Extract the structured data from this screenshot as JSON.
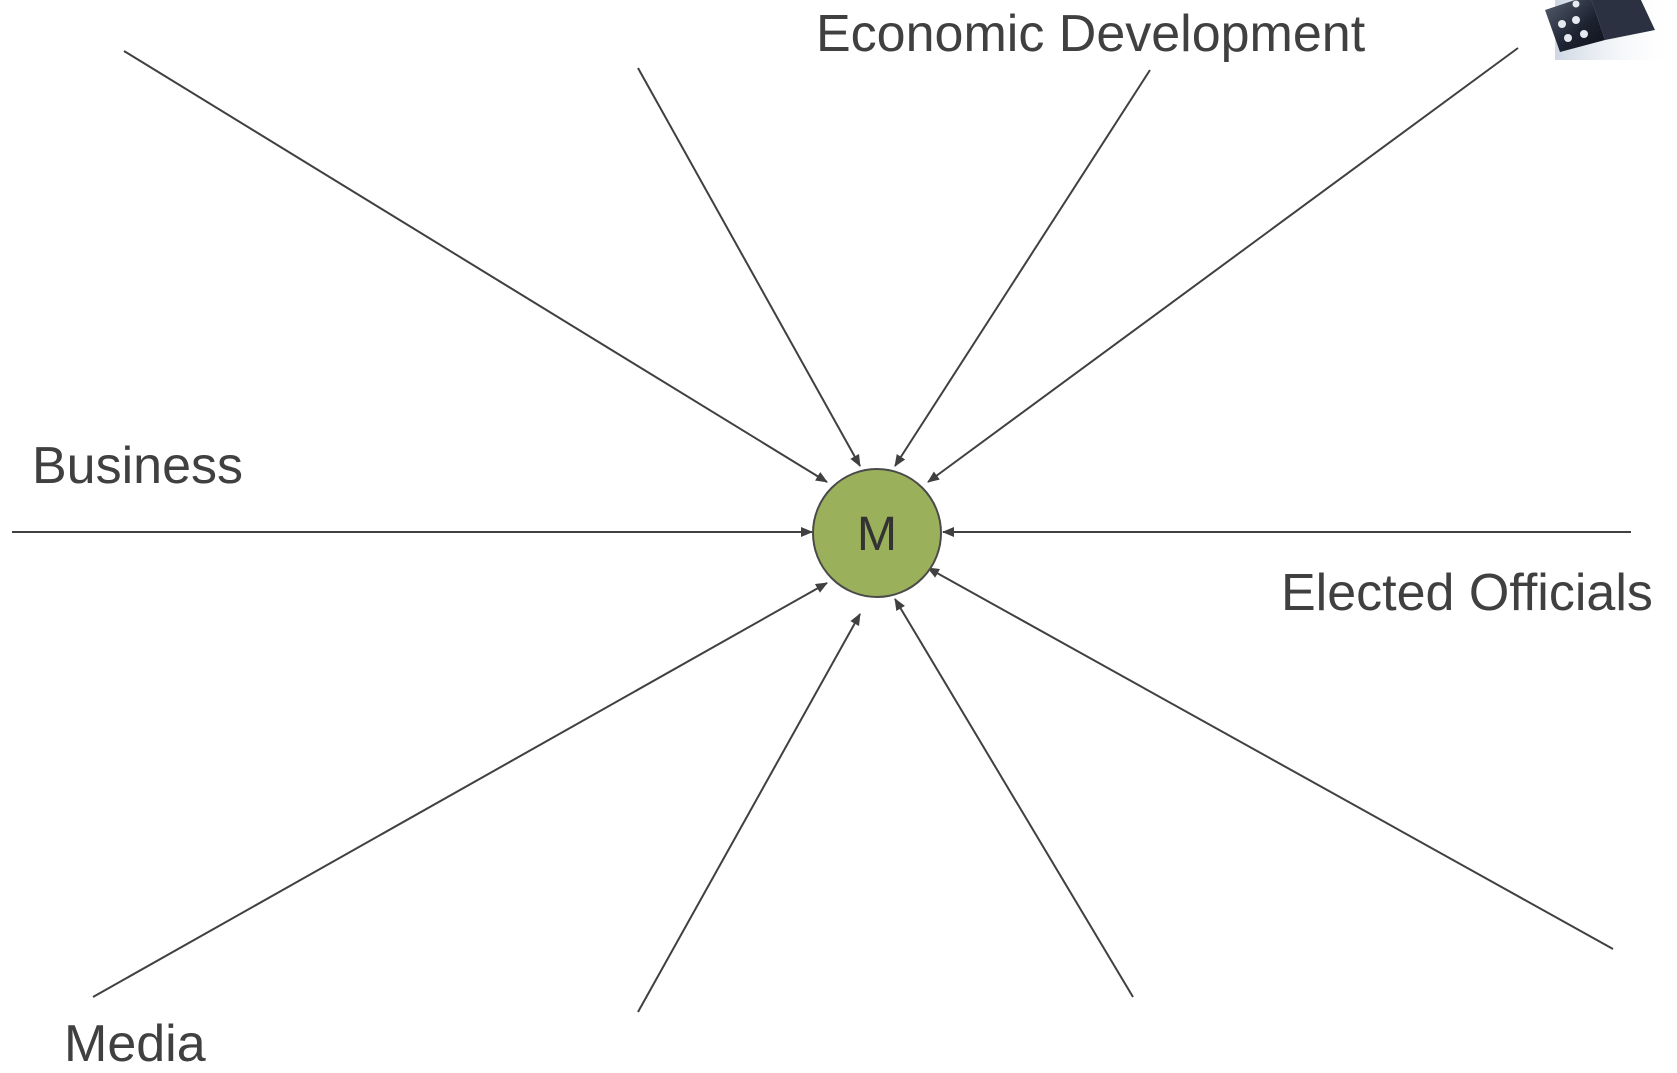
{
  "diagram": {
    "center": {
      "label": "M",
      "fill_color": "#9bb05a",
      "stroke_color": "#4a4a4a"
    },
    "labels": {
      "economic_development": "Economic Development",
      "business": "Business",
      "elected_officials": "Elected Officials",
      "media": "Media"
    },
    "arrow_color": "#404040",
    "arrow_count": 10,
    "corner_image": "dice-image"
  }
}
